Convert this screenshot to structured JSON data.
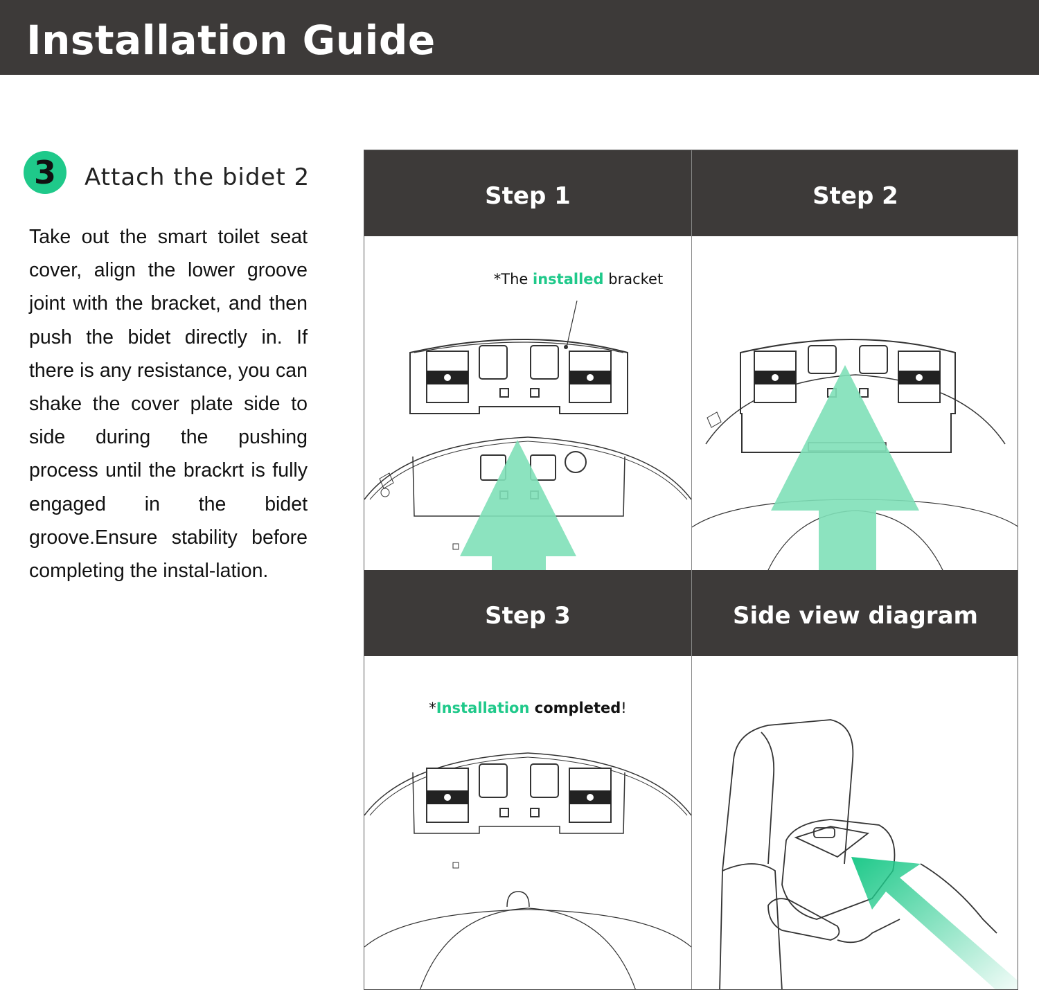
{
  "header": {
    "title": "Installation Guide"
  },
  "section": {
    "number": "3",
    "title": "Attach the bidet 2",
    "instruction": "Take out the smart toilet seat cover, align the lower groove joint with the bracket, and then push the bidet directly in. If there is any resistance, you can shake the cover plate side to side during the pushing process until the brackrt is fully engaged in the bidet groove.Ensure stability before completing the instal-lation."
  },
  "panels": {
    "step1": {
      "title": "Step 1",
      "note_prefix": "*The ",
      "note_highlight": "installed",
      "note_suffix": " bracket"
    },
    "step2": {
      "title": "Step 2"
    },
    "step3": {
      "title": "Step 3",
      "note_prefix": "*",
      "note_highlight": "Installation",
      "note_suffix": " completed",
      "note_end": "!"
    },
    "side": {
      "title": "Side view diagram"
    }
  },
  "colors": {
    "accent": "#1fc98a",
    "header_bg": "#3d3a39",
    "arrow": "#7fe0b8"
  }
}
